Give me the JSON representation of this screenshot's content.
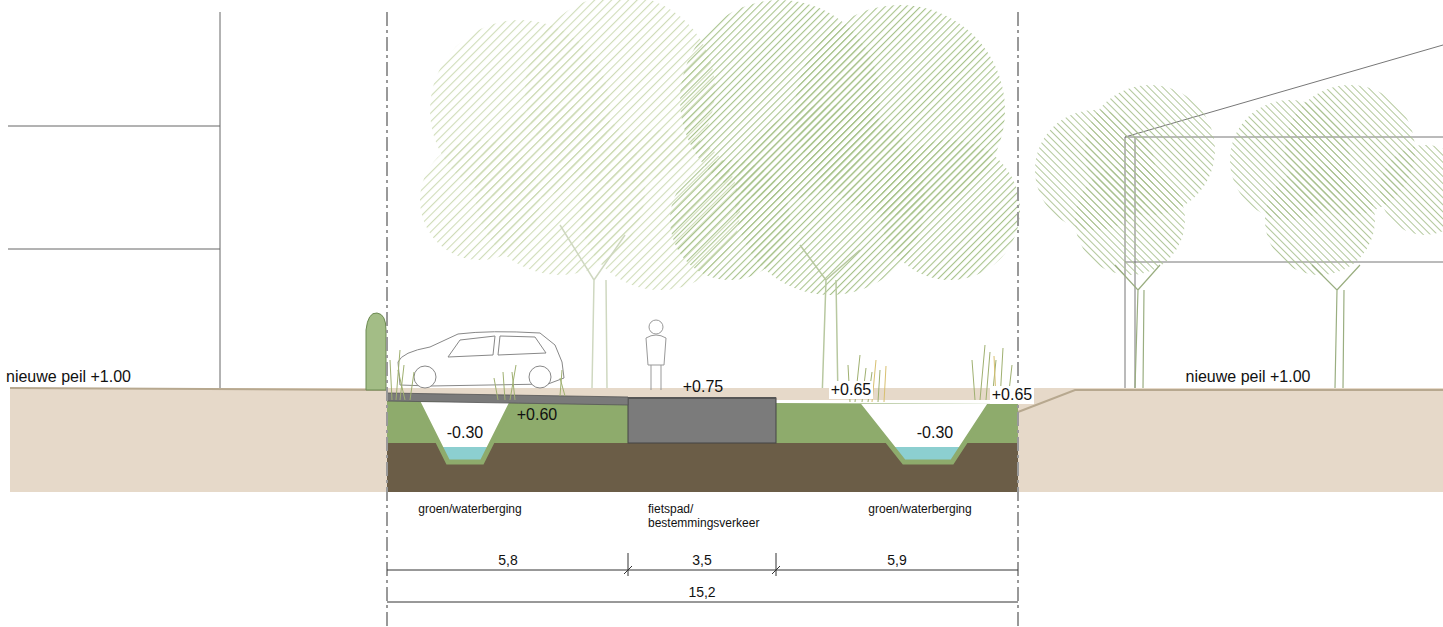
{
  "diagram": {
    "labels": [
      "nieuwe peil +1.00",
      "+0.75",
      "+0.65",
      "+0.65",
      "-0.30",
      "+0.60",
      "-0.30",
      "nieuwe peil +1.00",
      "groen/waterberging",
      "fietspad/ bestemmingsverkeer",
      "groen/waterberging",
      "5,8",
      "3,5",
      "5,9",
      "15,2"
    ]
  }
}
